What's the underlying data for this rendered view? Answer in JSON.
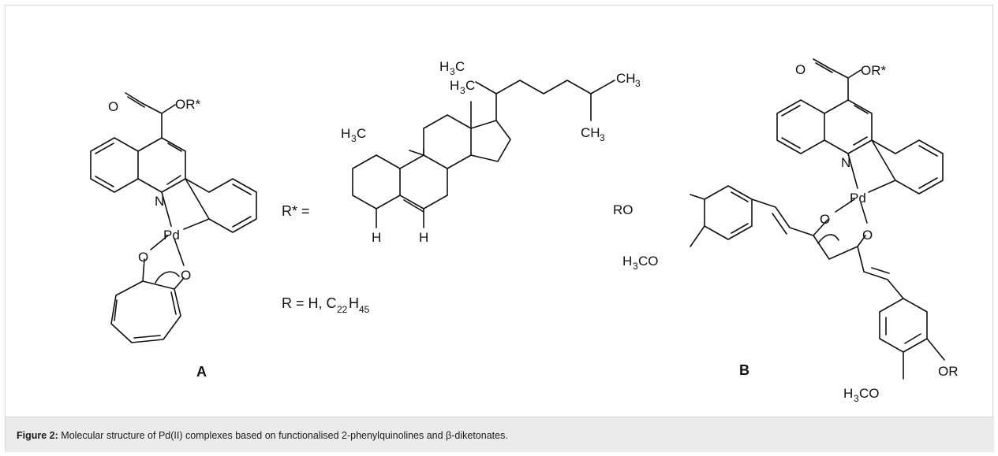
{
  "caption": {
    "label": "Figure 2:",
    "text": "Molecular structure of Pd(II) complexes based on functionalised 2-phenylquinolines and β-diketonates."
  },
  "structure_a": {
    "name": "A",
    "ester_o": "O",
    "ester_group": "OR*",
    "nitrogen": "N",
    "metal": "Pd",
    "chelate_o1": "O",
    "chelate_o2": "O"
  },
  "r_star": {
    "label": "R* =",
    "ch3_top": "H",
    "ch3_top_n": "3",
    "ch3_top_c": "C",
    "methyl_mid": "H",
    "methyl_mid_n": "3",
    "methyl_mid_c": "C",
    "methyl_left": "H",
    "methyl_left_n": "3",
    "methyl_left_c": "C",
    "ch3_right_c": "CH",
    "ch3_right_n": "3",
    "ch3_low_c": "CH",
    "ch3_low_n": "3",
    "h_left": "H",
    "h_right": "H"
  },
  "r_def": {
    "text": "R = H, C",
    "sub1": "22",
    "mid": "H",
    "sub2": "45"
  },
  "structure_b": {
    "name": "B",
    "ester_o": "O",
    "ester_group": "OR*",
    "nitrogen": "N",
    "metal": "Pd",
    "chelate_o1": "O",
    "chelate_o2": "O",
    "ro_left": "RO",
    "h3co_left_h": "H",
    "h3co_left_n": "3",
    "h3co_left_rest": "CO",
    "h3co_right_h": "H",
    "h3co_right_n": "3",
    "h3co_right_rest": "CO",
    "or_right": "OR"
  }
}
